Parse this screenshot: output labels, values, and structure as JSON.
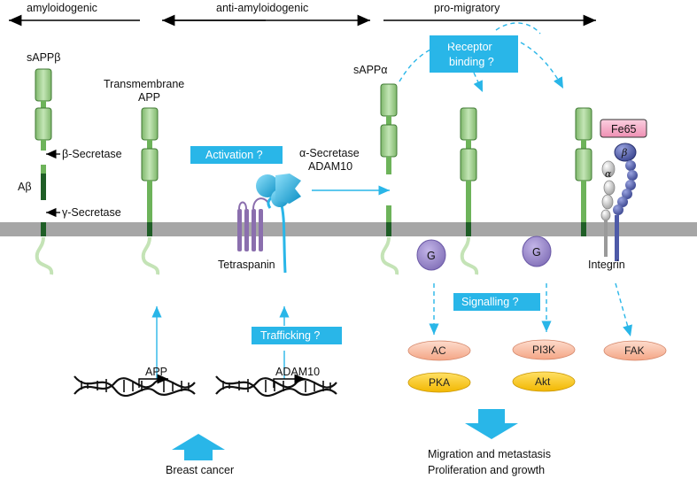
{
  "header": {
    "amyloidogenic": "amyloidogenic",
    "anti_amyloidogenic": "anti-amyloidogenic",
    "pro_migratory": "pro-migratory"
  },
  "labels": {
    "sappb": "sAPPβ",
    "transmembrane": "Transmembrane",
    "app_top": "APP",
    "beta_secretase": "β-Secretase",
    "abeta": "Aβ",
    "gamma_secretase": "γ-Secretase",
    "alpha_secretase": "α-Secretase",
    "adam10_top": "ADAM10",
    "tetraspanin": "Tetraspanin",
    "sappa": "sAPPα",
    "integrin": "Integrin",
    "alpha": "α",
    "beta": "β",
    "g1": "G",
    "g2": "G",
    "gene_app": "APP",
    "gene_adam10": "ADAM10",
    "breast_cancer": "Breast cancer",
    "outcome_line1": "Migration and metastasis",
    "outcome_line2": "Proliferation and growth"
  },
  "boxes": {
    "activation": "Activation ?",
    "receptor_line1": "Receptor",
    "receptor_line2": "binding ?",
    "signalling": "Signalling ?",
    "trafficking": "Trafficking ?",
    "fe65": "Fe65"
  },
  "pills": {
    "ac": "AC",
    "pka": "PKA",
    "pi3k": "PI3K",
    "akt": "Akt",
    "fak": "FAK"
  },
  "colors": {
    "membrane": "#a6a6a6",
    "app_green": "#9fd08d",
    "app_dark": "#1f5e26",
    "box_blue": "#29b6e8",
    "g_protein": "#9785c6",
    "pill_salmon": "#f7b39b",
    "pill_yellow": "#ffc800",
    "fe65_pink": "#f5a9c6",
    "integrin_blue": "#4e5aa8"
  }
}
